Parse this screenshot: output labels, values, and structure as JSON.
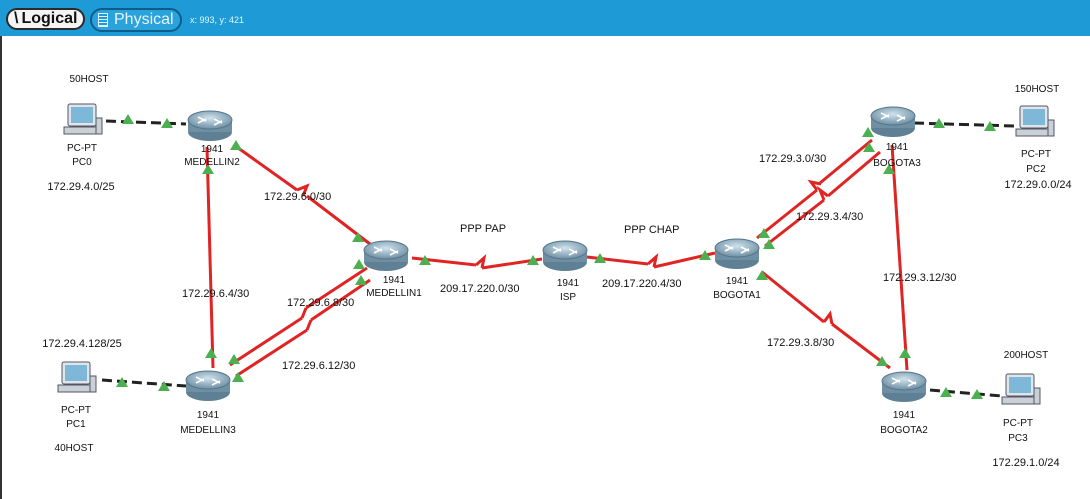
{
  "tabs": {
    "logical": "Logical",
    "physical": "Physical"
  },
  "cursor_readout": "x: 993, y: 421",
  "routers": {
    "medellin2": {
      "model": "1941",
      "name": "MEDELLIN2"
    },
    "medellin1": {
      "model": "1941",
      "name": "MEDELLIN1"
    },
    "medellin3": {
      "model": "1941",
      "name": "MEDELLIN3"
    },
    "isp": {
      "model": "1941",
      "name": "ISP"
    },
    "bogota1": {
      "model": "1941",
      "name": "BOGOTA1"
    },
    "bogota2": {
      "model": "1941",
      "name": "BOGOTA2"
    },
    "bogota3": {
      "model": "1941",
      "name": "BOGOTA3"
    }
  },
  "pcs": {
    "pc0": {
      "type": "PC-PT",
      "name": "PC0",
      "hosts": "50HOST",
      "net": "172.29.4.0/25"
    },
    "pc1": {
      "type": "PC-PT",
      "name": "PC1",
      "hosts": "40HOST",
      "net": "172.29.4.128/25"
    },
    "pc2": {
      "type": "PC-PT",
      "name": "PC2",
      "hosts": "150HOST",
      "net": "172.29.0.0/24"
    },
    "pc3": {
      "type": "PC-PT",
      "name": "PC3",
      "hosts": "200HOST",
      "net": "172.29.1.0/24"
    }
  },
  "links": {
    "m2_m1": "172.29.6.0/30",
    "m2_m3": "172.29.6.4/30",
    "m3_m1_a": "172.29.6.8/30",
    "m3_m1_b": "172.29.6.12/30",
    "m1_isp": "209.17.220.0/30",
    "m1_isp_auth": "PPP PAP",
    "isp_b1": "209.17.220.4/30",
    "isp_b1_auth": "PPP CHAP",
    "b1_b3_a": "172.29.3.0/30",
    "b1_b3_b": "172.29.3.4/30",
    "b3_b2": "172.29.3.12/30",
    "b1_b2": "172.29.3.8/30"
  },
  "colors": {
    "topbar": "#1e9ad6",
    "link_serial": "#e02424",
    "link_ethernet": "#222222",
    "port_up": "#4caf50"
  }
}
